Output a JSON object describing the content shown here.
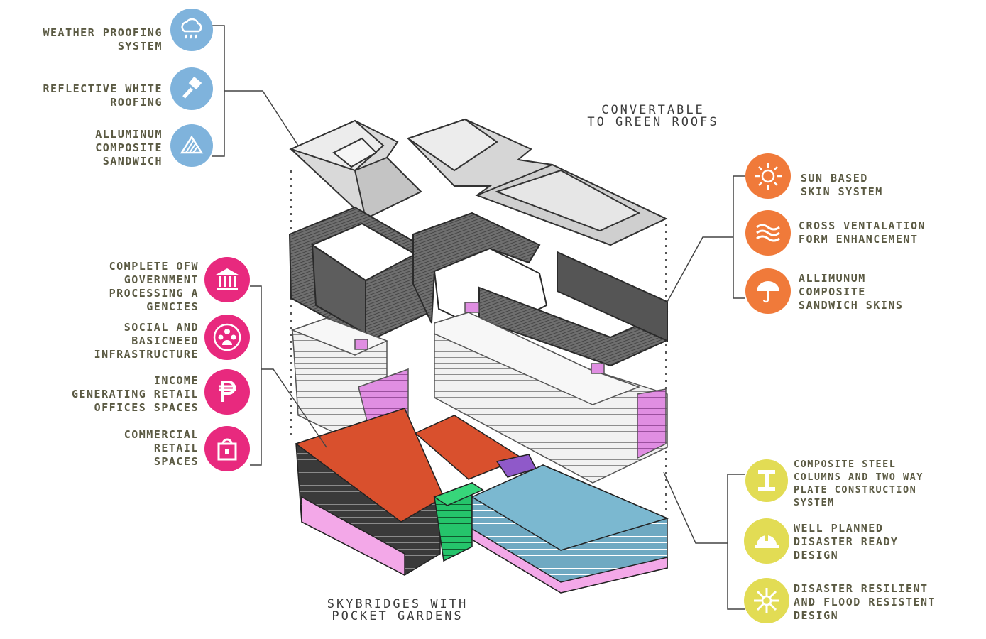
{
  "roof_group": {
    "color": "#7fb3dc",
    "items": [
      {
        "label": "WEATHER PROOFING\nSYSTEM",
        "icon": "cloud-rain-icon"
      },
      {
        "label": "REFLECTIVE WHITE\nROOFING",
        "icon": "paint-brush-icon"
      },
      {
        "label": "ALLUMINUM\nCOMPOSITE\nSANDWICH",
        "icon": "roof-panel-icon"
      }
    ]
  },
  "social_group": {
    "color": "#e8297e",
    "items": [
      {
        "label": "COMPLETE OFW\nGOVERNMENT\nPROCESSING A\nGENCIES",
        "icon": "government-building-icon"
      },
      {
        "label": "SOCIAL AND\nBASICNEED\nINFRASTRUCTURE",
        "icon": "people-group-icon"
      },
      {
        "label": "INCOME\nGENERATING RETAIL\nOFFICES SPACES",
        "icon": "peso-sign-icon"
      },
      {
        "label": "COMMERCIAL\nRETAIL\nSPACES",
        "icon": "shopping-bag-icon"
      }
    ]
  },
  "skin_group": {
    "color": "#f07a3a",
    "items": [
      {
        "label": "SUN BASED\nSKIN SYSTEM",
        "icon": "sun-icon"
      },
      {
        "label": "CROSS VENTALATION\nFORM ENHANCEMENT",
        "icon": "wind-waves-icon"
      },
      {
        "label": "ALLIMUNUM\nCOMPOSITE\nSANDWICH SKINS",
        "icon": "umbrella-icon"
      }
    ]
  },
  "structure_group": {
    "color": "#e2dc54",
    "items": [
      {
        "label": "COMPOSITE STEEL\nCOLUMNS AND TWO WAY\nPLATE CONSTRUCTION\nSYSTEM",
        "icon": "steel-beam-icon"
      },
      {
        "label": "WELL PLANNED\nDISASTER READY\nDESIGN",
        "icon": "hard-hat-icon"
      },
      {
        "label": "DISASTER RESILIENT\nAND FLOOD RESISTENT\nDESIGN",
        "icon": "burst-icon"
      }
    ]
  },
  "captions": {
    "top": "CONVERTABLE\nTO GREEN ROOFS",
    "bottom": "SKYBRIDGES WITH\nPOCKET GARDENS"
  }
}
